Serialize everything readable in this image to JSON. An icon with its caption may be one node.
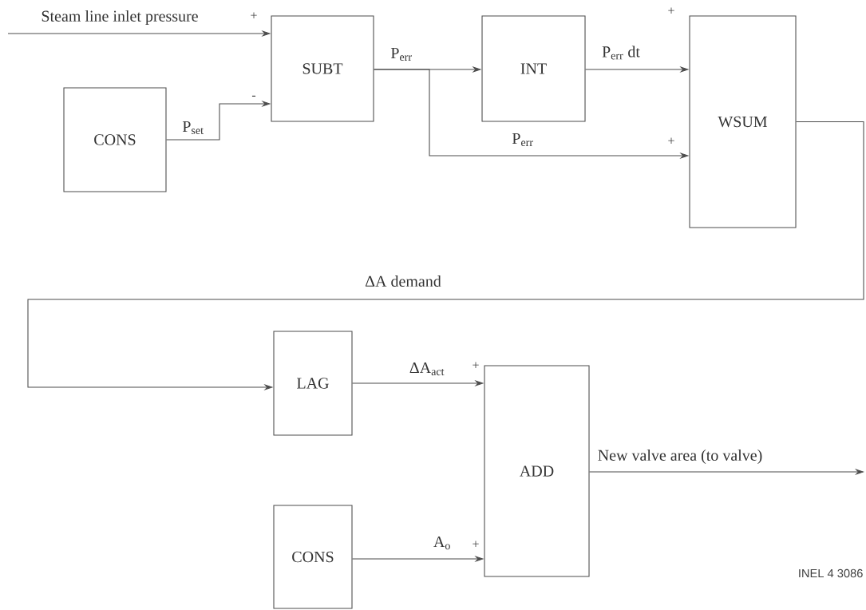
{
  "diagram": {
    "nodes": [
      {
        "text": [
          "SUBT"
        ]
      },
      {
        "text": [
          "CONS"
        ]
      },
      {
        "text": [
          "INT"
        ]
      },
      {
        "text": [
          "WSUM"
        ]
      },
      {
        "text": [
          "LAG"
        ]
      },
      {
        "text": [
          "ADD"
        ]
      },
      {
        "text": [
          "CONS"
        ]
      }
    ],
    "edges": [
      {
        "from": null,
        "to": 0,
        "arrow": "to",
        "label": "Steam line inlet pressure"
      },
      {
        "from": 1,
        "to": 0,
        "arrow": "to",
        "label": "P$_{set}$"
      },
      {
        "from": 0,
        "to": 2,
        "arrow": "to",
        "label": "P$_{err}$"
      },
      {
        "from": 0,
        "to": 3,
        "arrow": "to",
        "label": "P$_{err}$"
      },
      {
        "from": 2,
        "to": 3,
        "arrow": "to",
        "label": "P$_{err}$ dt"
      },
      {
        "from": 3,
        "to": 4,
        "arrow": "to",
        "label": "ΔA demand"
      },
      {
        "from": 4,
        "to": 5,
        "arrow": "to",
        "label": "ΔA$_{act}$"
      },
      {
        "from": 6,
        "to": 5,
        "arrow": "to",
        "label": "A$_{o}$"
      },
      {
        "from": 5,
        "to": null,
        "arrow": "to",
        "label": "New valve area (to valve)"
      }
    ],
    "labels": [
      "+",
      "-",
      "+",
      "+",
      "+",
      "+",
      "INEL 4 3086"
    ]
  }
}
